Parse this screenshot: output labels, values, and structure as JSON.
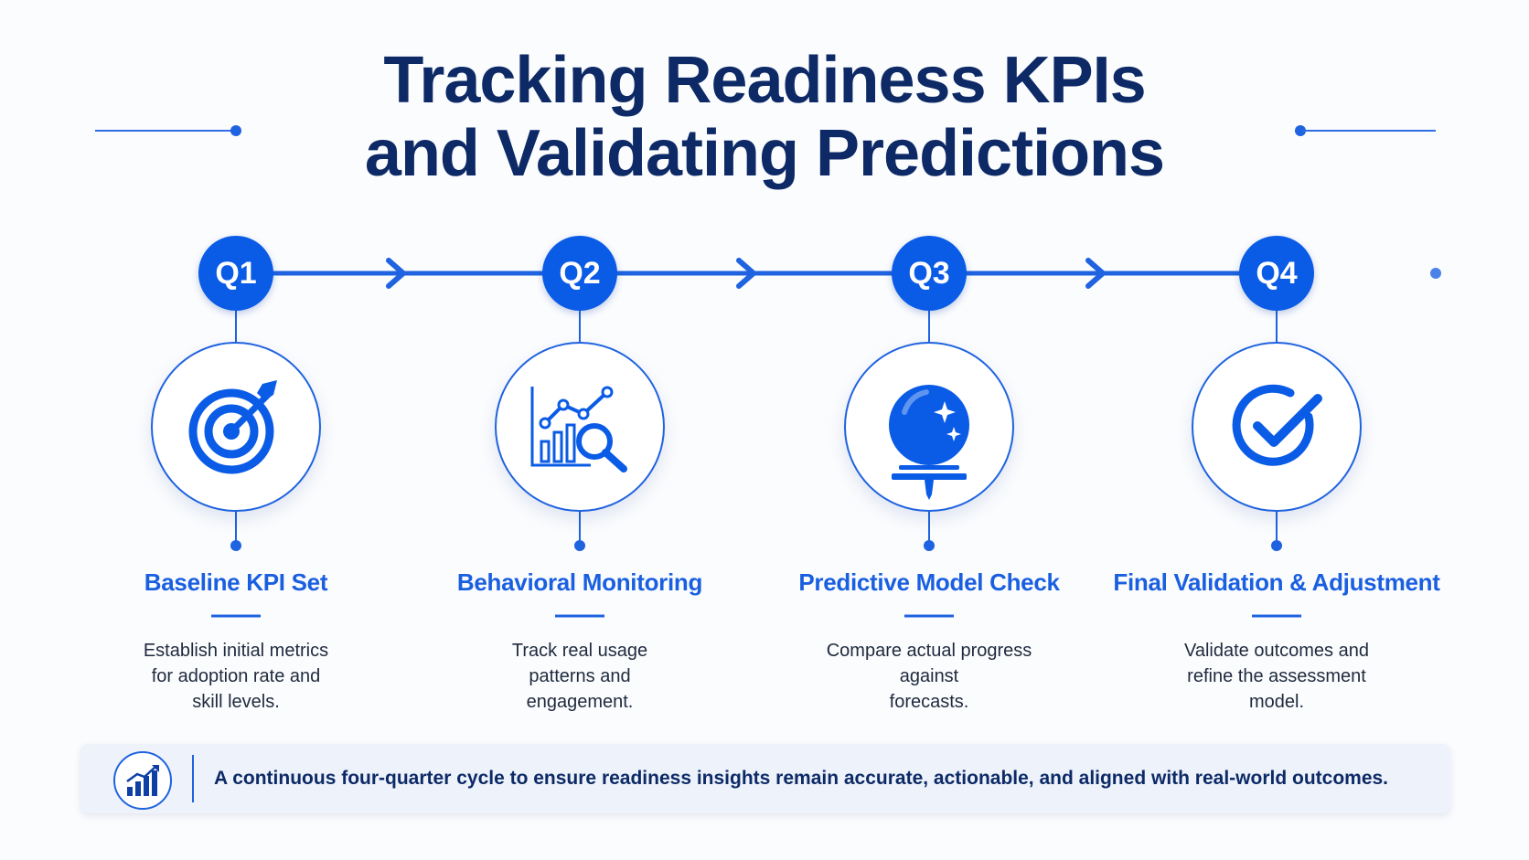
{
  "title": {
    "line1": "Tracking Readiness KPIs",
    "line2": "and Validating Predictions"
  },
  "colors": {
    "primary": "#0a5be6",
    "title": "#0d2a66",
    "accent_text": "#1a5fe0",
    "body_text": "#1f2a3d",
    "footer_bg": "#edf2fb"
  },
  "steps": [
    {
      "quarter": "Q1",
      "icon": "target-arrow-icon",
      "title": "Baseline KPI Set",
      "desc": [
        "Establish initial metrics",
        "for adoption rate and",
        "skill levels."
      ]
    },
    {
      "quarter": "Q2",
      "icon": "chart-magnifier-icon",
      "title": "Behavioral Monitoring",
      "desc": [
        "Track real usage",
        "patterns and",
        "engagement."
      ]
    },
    {
      "quarter": "Q3",
      "icon": "crystal-ball-icon",
      "title": "Predictive Model Check",
      "desc": [
        "Compare actual progress",
        "against",
        "forecasts."
      ]
    },
    {
      "quarter": "Q4",
      "icon": "check-circle-icon",
      "title": "Final Validation & Adjustment",
      "desc": [
        "Validate outcomes and",
        "refine the assessment",
        "model."
      ]
    }
  ],
  "footer": {
    "icon": "growth-chart-icon",
    "text": "A continuous four-quarter cycle to ensure readiness insights remain accurate, actionable, and aligned with real-world outcomes."
  }
}
